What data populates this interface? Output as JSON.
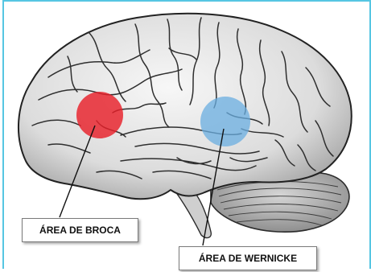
{
  "labels": {
    "broca": "ÁREA DE BROCA",
    "wernicke": "ÁREA DE WERNICKE"
  },
  "colors": {
    "frame_border": "#56c6e2",
    "broca_area": "#e8202a",
    "wernicke_area": "#6aaee0",
    "brain_fill": "#ececec",
    "brain_stroke": "#2b2b2b"
  },
  "icons": {
    "brain": "brain-lateral-view-illustration"
  }
}
